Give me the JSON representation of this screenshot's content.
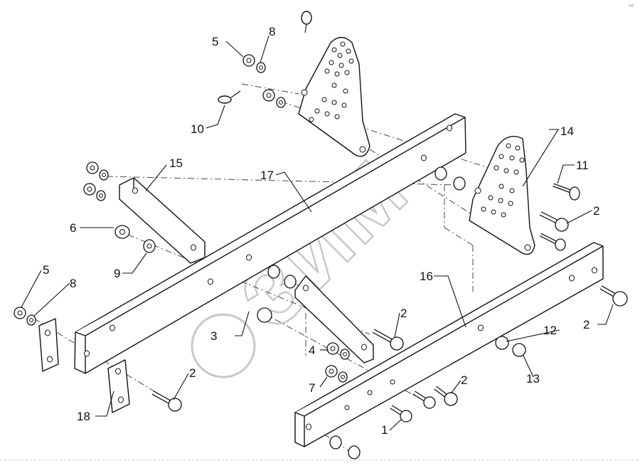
{
  "callouts": [
    {
      "id": "c1",
      "text": "1"
    },
    {
      "id": "c2a",
      "text": "2"
    },
    {
      "id": "c2b",
      "text": "2"
    },
    {
      "id": "c2c",
      "text": "2"
    },
    {
      "id": "c2d",
      "text": "2"
    },
    {
      "id": "c2e",
      "text": "2"
    },
    {
      "id": "c3",
      "text": "3"
    },
    {
      "id": "c4",
      "text": "4"
    },
    {
      "id": "c5a",
      "text": "5"
    },
    {
      "id": "c5b",
      "text": "5"
    },
    {
      "id": "c6",
      "text": "6"
    },
    {
      "id": "c7",
      "text": "7"
    },
    {
      "id": "c8a",
      "text": "8"
    },
    {
      "id": "c8b",
      "text": "8"
    },
    {
      "id": "c9",
      "text": "9"
    },
    {
      "id": "c10",
      "text": "10"
    },
    {
      "id": "c11",
      "text": "11"
    },
    {
      "id": "c12",
      "text": "12"
    },
    {
      "id": "c13",
      "text": "13"
    },
    {
      "id": "c14",
      "text": "14"
    },
    {
      "id": "c15",
      "text": "15"
    },
    {
      "id": "c16",
      "text": "16"
    },
    {
      "id": "c17",
      "text": "17"
    },
    {
      "id": "c18",
      "text": "18"
    }
  ],
  "watermark": "ЗИМ",
  "corner_mark": "49"
}
